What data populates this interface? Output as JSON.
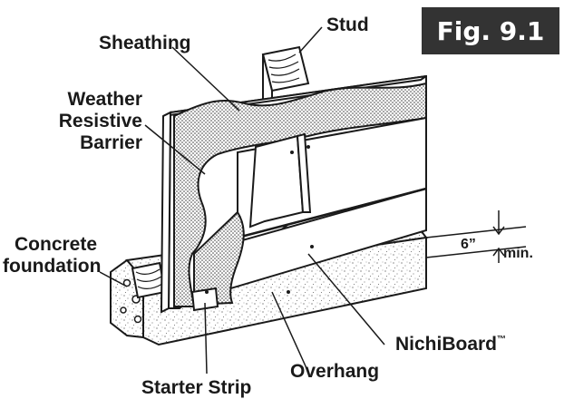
{
  "figure": {
    "tag": "Fig. 9.1",
    "tag_bg": "#333333"
  },
  "labels": {
    "stud": "Stud",
    "sheathing": "Sheathing",
    "wrb_line1": "Weather",
    "wrb_line2": "Resistive",
    "wrb_line3": "Barrier",
    "concrete_line1": "Concrete",
    "concrete_line2": "foundation",
    "dimension": "6”",
    "dimension_suffix": "min.",
    "nichiboard": "NichiBoard",
    "trademark": "™",
    "overhang": "Overhang",
    "starter_strip": "Starter Strip"
  },
  "colors": {
    "ink": "#1a1a1a",
    "paper": "#ffffff",
    "board_fill": "#f7f7f7"
  }
}
